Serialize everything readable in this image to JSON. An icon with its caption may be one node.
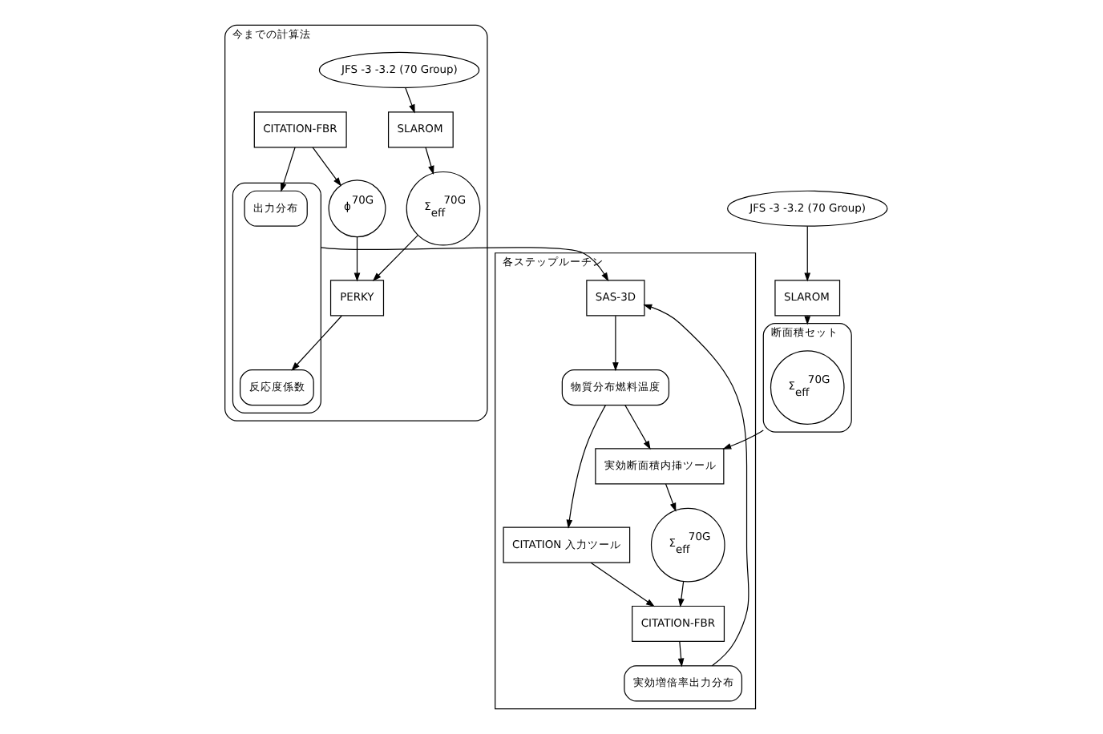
{
  "diagram": {
    "nodes": [
      {
        "text": [
          "今までの計算法"
        ]
      },
      {
        "text": [
          "JFS -3 -3.2 (70 Group)"
        ],
        "in": 0
      },
      {
        "text": [
          "SLAROM"
        ],
        "in": 0
      },
      {
        "text": [
          "Σ$_{eff}$$^{70G}$"
        ],
        "in": 0
      },
      {
        "text": [
          "CITATION-FBR"
        ],
        "in": 0
      },
      {
        "text": [
          "ϕ$^{70G}$"
        ],
        "in": 0
      },
      {
        "text": [],
        "shape": "box",
        "in": 0
      },
      {
        "text": [
          "出力分布"
        ],
        "in": 6
      },
      {
        "text": [
          "反応度係数"
        ],
        "in": 6
      },
      {
        "text": [
          "PERKY"
        ],
        "in": 0
      },
      {
        "text": [
          "JFS -3 -3.2 (70 Group)"
        ]
      },
      {
        "text": [
          "SLAROM"
        ]
      },
      {
        "text": [
          "断面積セット"
        ]
      },
      {
        "text": [
          "Σ$_{eff}$$^{70G}$"
        ],
        "in": 12
      },
      {
        "text": [
          "各ステップルーチン"
        ]
      },
      {
        "text": [
          "SAS-3D"
        ],
        "in": 14
      },
      {
        "text": [
          "物質分布燃料温度"
        ],
        "in": 14
      },
      {
        "text": [
          "実効断面積内挿ツール"
        ],
        "in": 14
      },
      {
        "text": [
          "CITATION 入力ツール"
        ],
        "in": 14
      },
      {
        "text": [
          "CITATION-FBR"
        ],
        "in": 14
      },
      {
        "text": [
          "Σ$_{eff}$$^{70G}$"
        ],
        "in": 14
      },
      {
        "text": [
          "実効増倍率出力分布"
        ],
        "in": 14
      }
    ],
    "edges": [
      {
        "from": 1,
        "to": 2,
        "arrow": "to"
      },
      {
        "from": 2,
        "to": 3,
        "arrow": "to"
      },
      {
        "from": 3,
        "to": 9,
        "arrow": "to"
      },
      {
        "from": 4,
        "to": 5,
        "arrow": "to"
      },
      {
        "from": 5,
        "to": 9,
        "arrow": "to"
      },
      {
        "from": 4,
        "to": 7,
        "arrow": "to"
      },
      {
        "from": 9,
        "to": 8,
        "arrow": "to"
      },
      {
        "from": 6,
        "to": 15,
        "arrow": "to"
      },
      {
        "from": 10,
        "to": 11,
        "arrow": "to"
      },
      {
        "from": 11,
        "to": 12,
        "arrow": "to"
      },
      {
        "from": 12,
        "to": 17,
        "arrow": "to"
      },
      {
        "from": 15,
        "to": 16,
        "arrow": "to"
      },
      {
        "from": 16,
        "to": 17,
        "arrow": "to"
      },
      {
        "from": 16,
        "to": 18,
        "arrow": "to"
      },
      {
        "from": 18,
        "to": 19,
        "arrow": "to"
      },
      {
        "from": 17,
        "to": 20,
        "arrow": "to"
      },
      {
        "from": 20,
        "to": 19,
        "arrow": "to"
      },
      {
        "from": 19,
        "to": 21,
        "arrow": "to"
      },
      {
        "from": 21,
        "to": 15,
        "arrow": "to"
      }
    ]
  }
}
